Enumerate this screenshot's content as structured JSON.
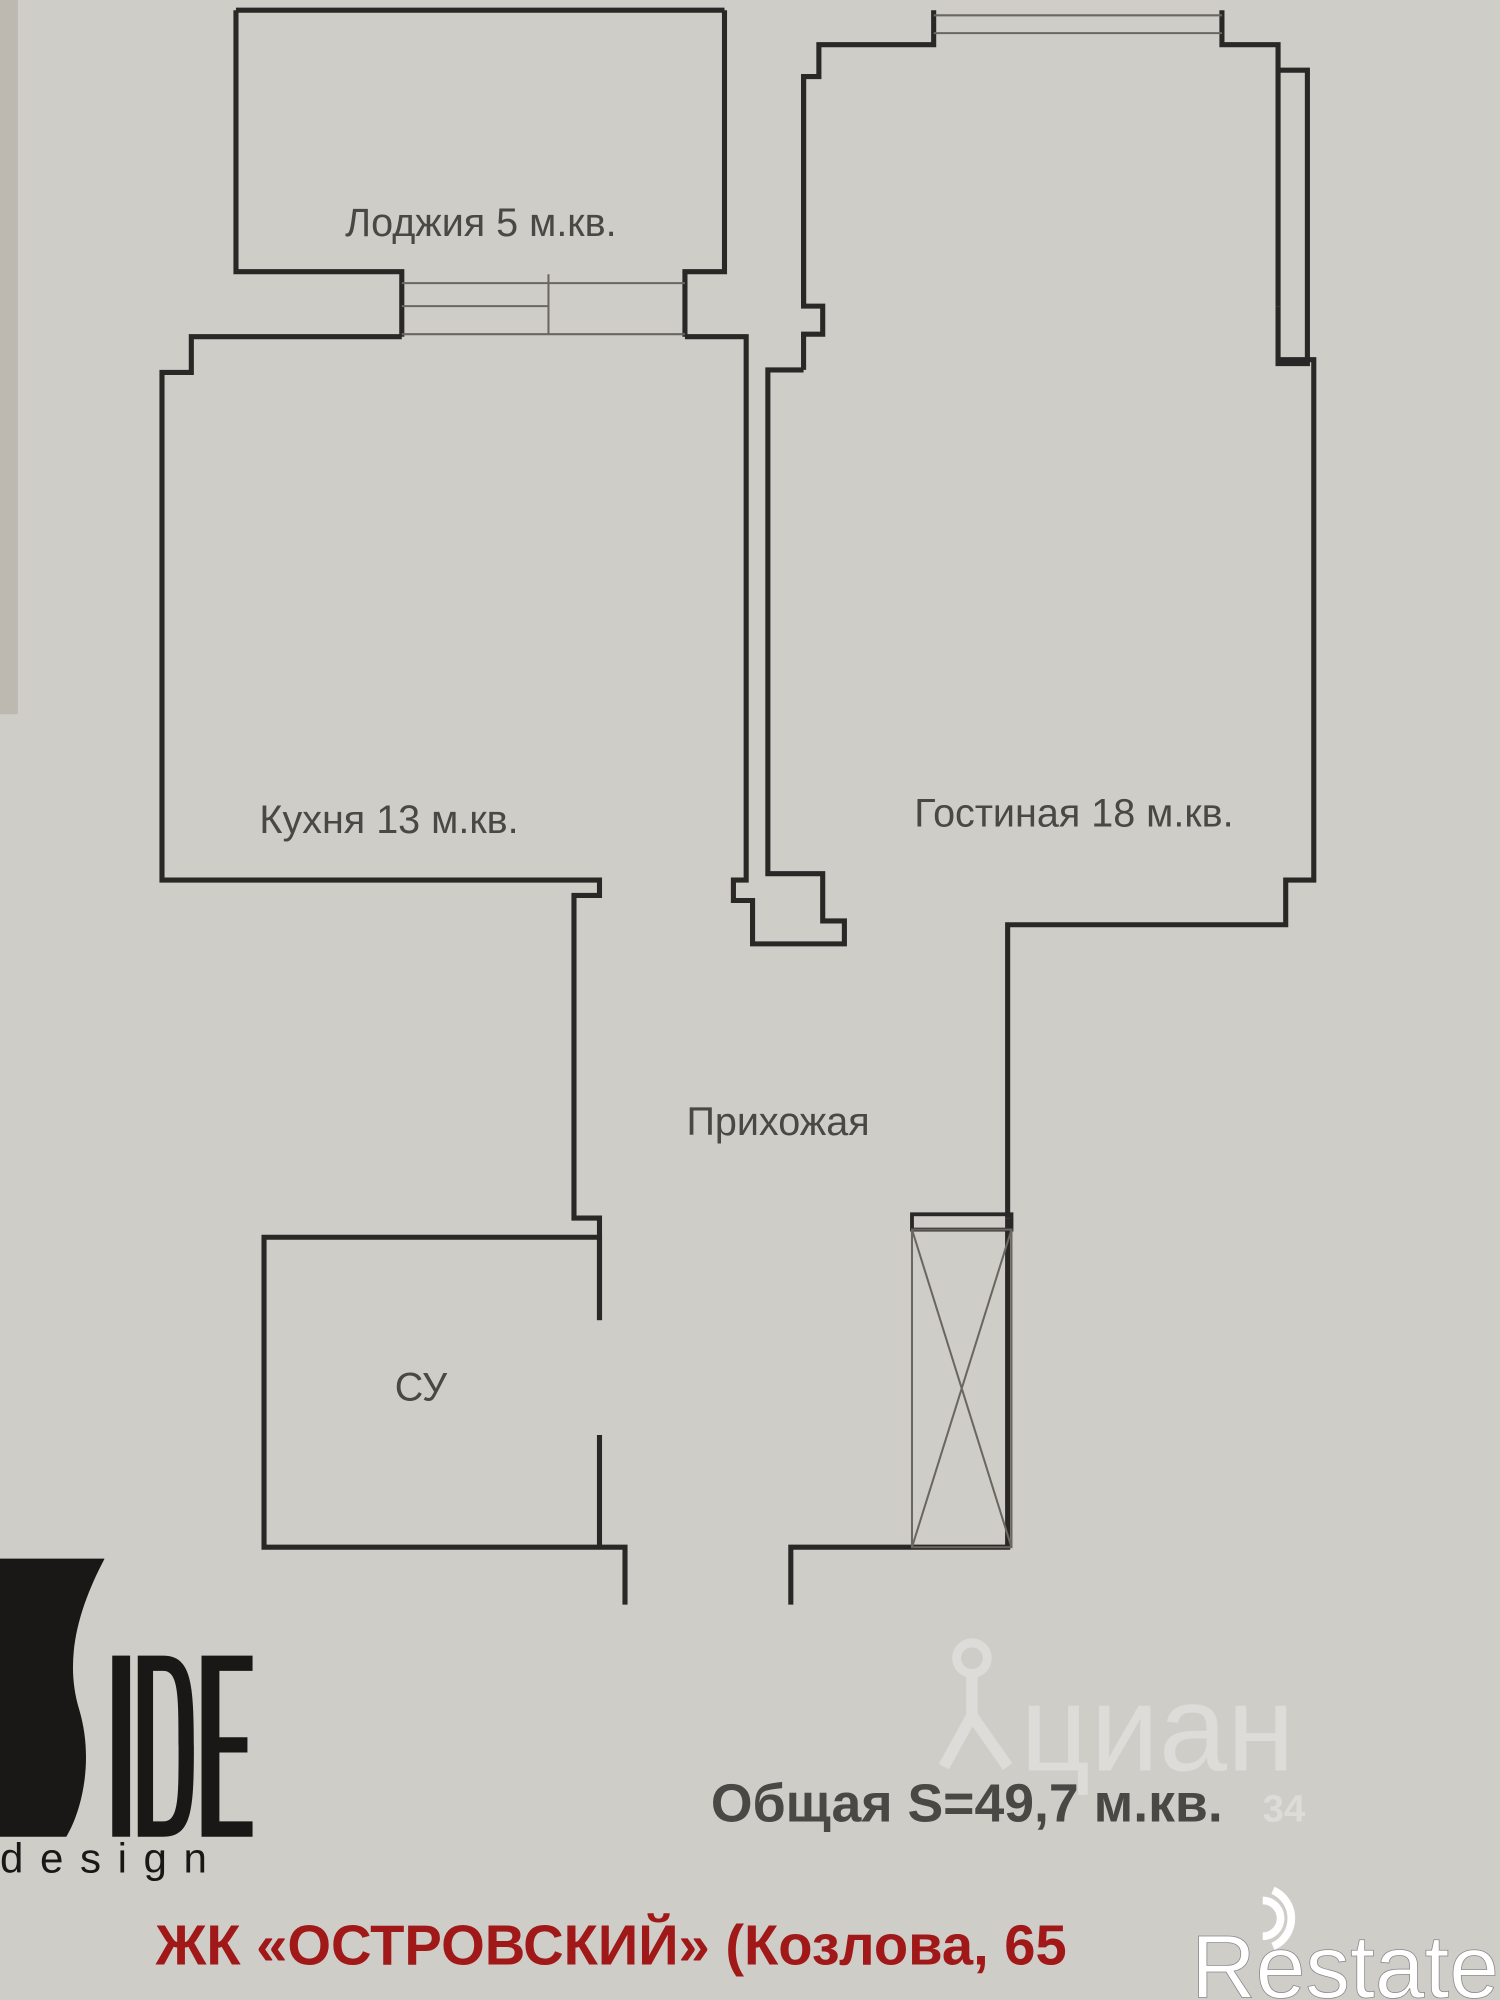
{
  "rooms": {
    "loggia": "Лоджия 5 м.кв.",
    "kitchen": "Кухня 13 м.кв.",
    "living": "Гостиная 18 м.кв.",
    "hall": "Прихожая",
    "bathroom": "СУ"
  },
  "total_area": "Общая S=49,7 м.кв.",
  "project_title": "ЖК «ОСТРОВСКИЙ» (Козлова, 65",
  "logos": {
    "side_design": {
      "mark": "SIDE",
      "sub": "design"
    },
    "cian_watermark": {
      "text": "циан",
      "id_fragment": "34"
    },
    "restate_watermark": "Restate"
  },
  "colors": {
    "paper": "#cfcdc8",
    "walls": "#2a2826",
    "title_red": "#a01818"
  }
}
